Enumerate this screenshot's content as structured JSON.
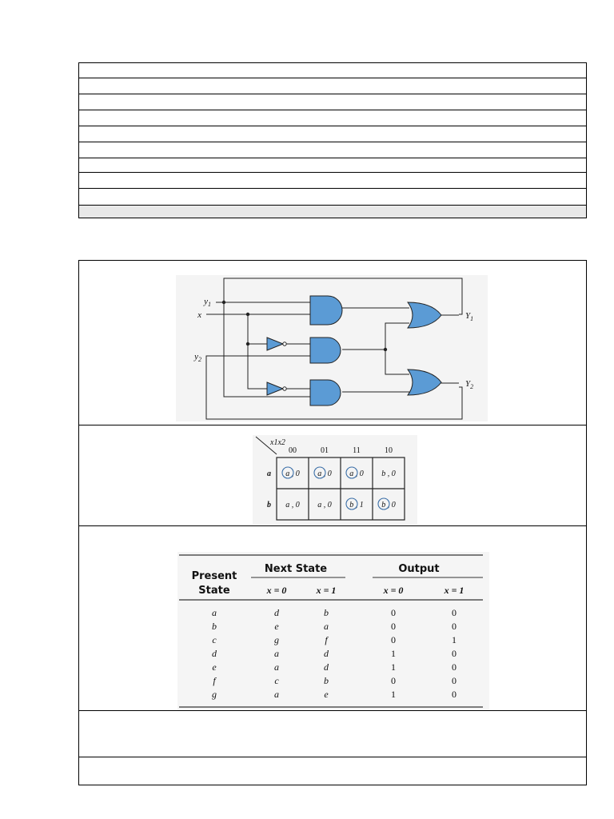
{
  "circuit": {
    "inputs": [
      "y1",
      "x",
      "y2"
    ],
    "outputs": [
      "Y1",
      "Y2"
    ],
    "gate_color": "#5b9bd5"
  },
  "kmap": {
    "corner_label": "x1x2",
    "columns": [
      "00",
      "01",
      "11",
      "10"
    ],
    "rows": [
      {
        "label": "a",
        "cells": [
          "a , 0",
          "a , 0",
          "a , 0",
          "b , 0"
        ],
        "circled": [
          true,
          true,
          true,
          false
        ]
      },
      {
        "label": "b",
        "cells": [
          "a , 0",
          "a , 0",
          "b , 1",
          "b , 0"
        ],
        "circled": [
          false,
          false,
          true,
          true
        ]
      }
    ]
  },
  "state_table": {
    "col_present": "Present",
    "col_present2": "State",
    "group_next": "Next State",
    "group_output": "Output",
    "sub_headers": [
      "x = 0",
      "x = 1",
      "x = 0",
      "x = 1"
    ],
    "rows": [
      {
        "state": "a",
        "next0": "d",
        "next1": "b",
        "out0": "0",
        "out1": "0"
      },
      {
        "state": "b",
        "next0": "e",
        "next1": "a",
        "out0": "0",
        "out1": "0"
      },
      {
        "state": "c",
        "next0": "g",
        "next1": "f",
        "out0": "0",
        "out1": "1"
      },
      {
        "state": "d",
        "next0": "a",
        "next1": "d",
        "out0": "1",
        "out1": "0"
      },
      {
        "state": "e",
        "next0": "a",
        "next1": "d",
        "out0": "1",
        "out1": "0"
      },
      {
        "state": "f",
        "next0": "c",
        "next1": "b",
        "out0": "0",
        "out1": "0"
      },
      {
        "state": "g",
        "next0": "a",
        "next1": "e",
        "out0": "1",
        "out1": "0"
      }
    ]
  }
}
